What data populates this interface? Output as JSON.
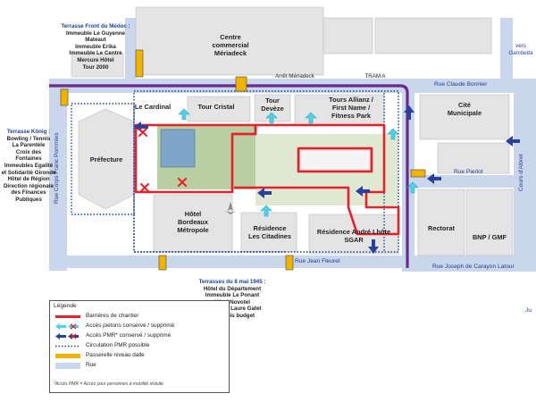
{
  "colors": {
    "road": "#c9d6ec",
    "tram": "#6a2b8c",
    "barrier": "#e8202a",
    "pedestrian": "#4fd2e8",
    "pmr": "#2a3f9e",
    "route": "#1f3f8f",
    "passerelle": "#f0b400",
    "building": "#e4e4e4",
    "green": "#b9cfa2"
  },
  "places": {
    "centre_commercial": [
      "Centre",
      "commercial",
      "Mériadeck"
    ],
    "le_cardinal": "Le Cardinal",
    "tour_cristal": "Tour Cristal",
    "tour_deveze": [
      "Tour",
      "Devèze"
    ],
    "tours_allianz": [
      "Tours Allianz /",
      "First Name /",
      "Fitness Park"
    ],
    "cite_municipale": [
      "Cité",
      "Municipale"
    ],
    "prefecture": "Préfecture",
    "hotel_bordeaux": [
      "Hôtel",
      "Bordeaux",
      "Métropole"
    ],
    "residence_citadines": [
      "Résidence",
      "Les Citadines"
    ],
    "residence_lhote": [
      "Résidence André Lhôte",
      "SGAR"
    ],
    "rectorat": "Rectorat",
    "bnp": "BNP / GMF",
    "arret": "Arrêt Mériadeck",
    "tram": "TRAM A"
  },
  "streets": {
    "claude_bonnier": "Rue Claude Bonnier",
    "pierlot": "Rue Pierlot",
    "jean_fleuret": "Rue Jean Fleuret",
    "carayon": "Rue Joseph de Carayon Latour",
    "corps_franc": "Rue Corps Franc Pommies",
    "cours_albret": "Cours d'Albret",
    "vers_gambetta": [
      "vers",
      "Gambetta"
    ],
    "edge_ju": "Ju"
  },
  "terraces": {
    "front_medoc": {
      "title": "Terrasse Front du Médoc :",
      "items": [
        "Immeuble Le Guyenne",
        "Mateaut",
        "Immeuble Erika",
        "Immeuble Le Centre",
        "Mercure Hôtel",
        "Tour 2000"
      ]
    },
    "konig": {
      "title": "Terrasse König :",
      "items": [
        "Bowling / Tennis",
        "La Parentèle",
        "Croix des",
        "Fontaines",
        "Immeubles Egalité",
        "et Solidarité Gironde",
        "Hôtel de Région",
        "Direction régionale",
        "des Finances Publiques"
      ]
    },
    "mai_1945": {
      "title": "Terrasses du 8 mai 1945 :",
      "items": [
        "Hôtel du Département",
        "Immeuble Le Ponant",
        "Hôtel Novotel",
        "Immeuble Laure Gatet",
        "Hôtel Ibis budget"
      ]
    }
  },
  "legend": {
    "title": "Légende",
    "items": [
      {
        "label": "Barrières de chantier"
      },
      {
        "label": "Accès piétons conservé / supprimé"
      },
      {
        "label": "Accès PMR* conservé / supprimé"
      },
      {
        "label": "Circulation PMR possible"
      },
      {
        "label": "Passerelle niveau dalle"
      },
      {
        "label": "Rue"
      }
    ],
    "footnote": "*Accès PMR = Accès pour personnes à mobilité réduite"
  }
}
